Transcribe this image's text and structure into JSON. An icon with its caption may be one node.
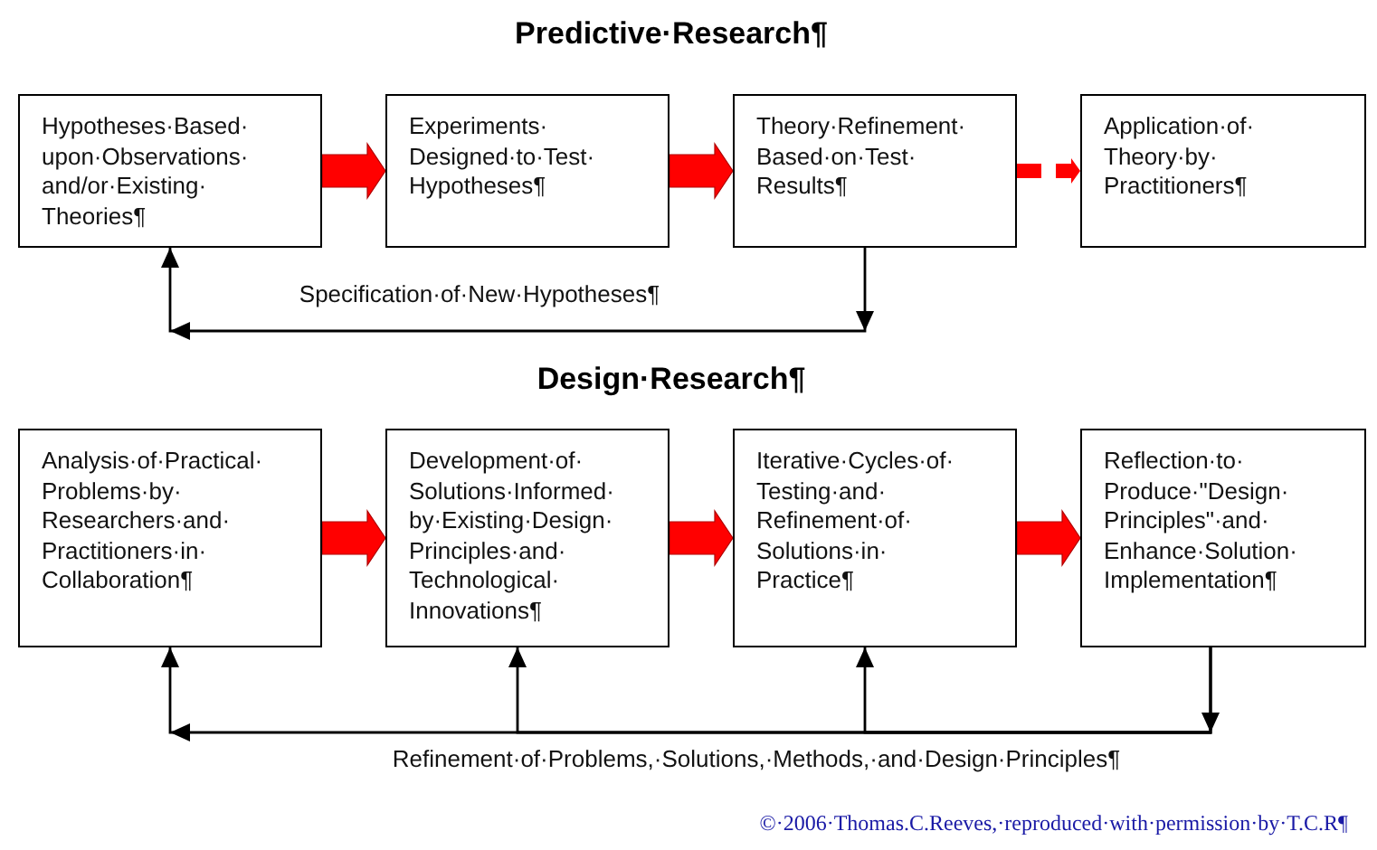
{
  "diagram": {
    "nodes": [
      {
        "text": [
          "Hypotheses·Based· upon·Observations· and/or·Existing· Theories¶"
        ]
      },
      {
        "text": [
          "Experiments· Designed·to·Test· Hypotheses¶"
        ]
      },
      {
        "text": [
          "Theory·Refinement· Based·on·Test· Results¶"
        ]
      },
      {
        "text": [
          "Application·of· Theory·by· Practitioners¶"
        ]
      },
      {
        "text": [
          "Analysis·of·Practical· Problems·by· Researchers·and· Practitioners·in· Collaboration¶"
        ]
      },
      {
        "text": [
          "Development·of· Solutions·Informed· by·Existing·Design· Principles·and· Technological· Innovations¶"
        ]
      },
      {
        "text": [
          "Iterative·Cycles·of· Testing·and· Refinement·of· Solutions·in· Practice¶"
        ]
      },
      {
        "text": [
          "Reflection·to· Produce·\"Design· Principles\"·and· Enhance·Solution· Implementation¶"
        ]
      }
    ],
    "edges": [
      {
        "from": 0,
        "to": 1,
        "arrow": "to",
        "style": "thick"
      },
      {
        "from": 1,
        "to": 2,
        "arrow": "to",
        "style": "thick"
      },
      {
        "from": 2,
        "to": 3,
        "arrow": "to",
        "style": "dashed"
      },
      {
        "from": 2,
        "to": 0,
        "arrow": "to",
        "color": "#000000",
        "label": "Specification·of·New·Hypotheses¶"
      },
      {
        "from": 4,
        "to": 5,
        "arrow": "to",
        "style": "thick"
      },
      {
        "from": 5,
        "to": 6,
        "arrow": "to",
        "style": "thick"
      },
      {
        "from": 6,
        "to": 7,
        "arrow": "to",
        "style": "thick"
      },
      {
        "from": 7,
        "to": 4,
        "arrow": "to",
        "color": "#000000",
        "label": "Refinement·of·Problems,·Solutions,·Methods,·and·Design·Principles¶"
      },
      {
        "from": 7,
        "to": 5,
        "arrow": "to",
        "color": "#000000"
      },
      {
        "from": 7,
        "to": 6,
        "arrow": "to",
        "color": "#000000"
      }
    ],
    "labels": [
      "Predictive·Research¶",
      "Design·Research¶",
      "©·2006·Thomas.C.Reeves,·reproduced·with·permission·by·T.C.R¶"
    ]
  }
}
